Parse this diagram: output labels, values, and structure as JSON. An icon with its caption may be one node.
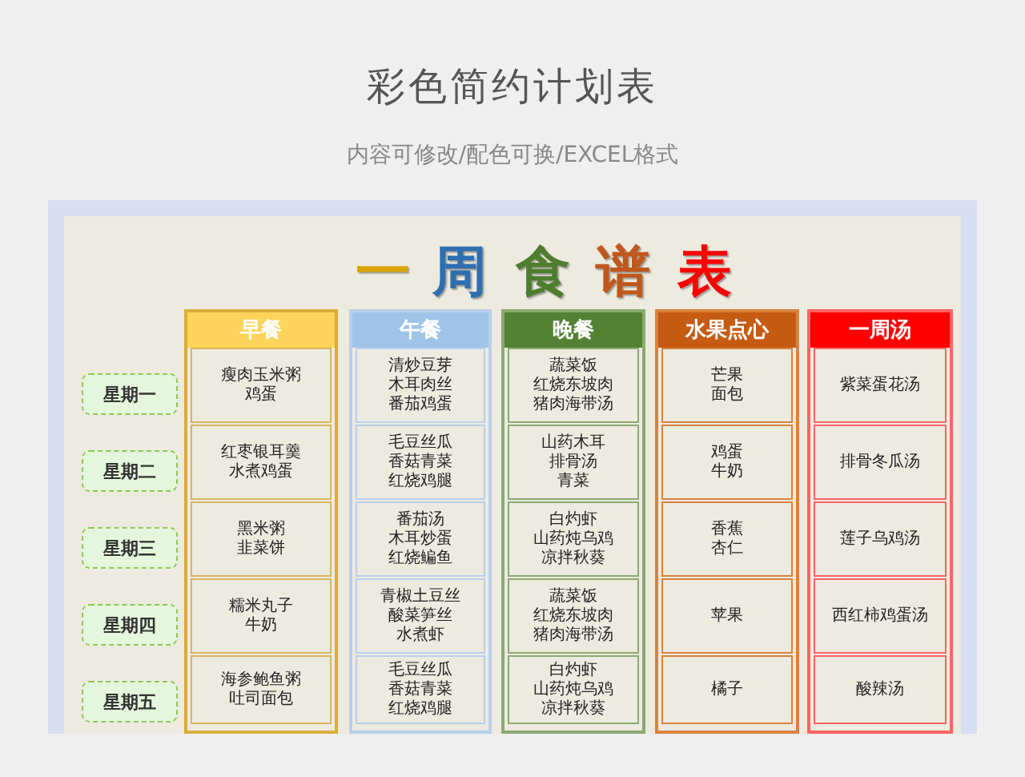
{
  "diagram": {
    "title": "彩色简约计划表",
    "nodes": [
      {
        "text": [
          "星期一"
        ]
      },
      {
        "text": [
          "星期二"
        ]
      },
      {
        "text": [
          "星期三"
        ]
      },
      {
        "text": [
          "星期四"
        ]
      },
      {
        "text": [
          "星期五"
        ]
      },
      {
        "text": [
          "早餐"
        ]
      },
      {
        "text": [
          "瘦肉玉米粥",
          "鸡蛋"
        ],
        "in": 5
      },
      {
        "text": [
          "红枣银耳羹",
          "水煮鸡蛋"
        ],
        "in": 5
      },
      {
        "text": [
          "黑米粥",
          "韭菜饼"
        ],
        "in": 5
      },
      {
        "text": [
          "糯米丸子",
          "牛奶"
        ],
        "in": 5
      },
      {
        "text": [
          "海参鲍鱼粥",
          "吐司面包"
        ],
        "in": 5
      },
      {
        "text": [
          "午餐"
        ]
      },
      {
        "text": [
          "清炒豆芽",
          "木耳肉丝",
          "番茄鸡蛋"
        ],
        "in": 11
      },
      {
        "text": [
          "毛豆丝瓜",
          "香菇青菜",
          "红烧鸡腿"
        ],
        "in": 11
      },
      {
        "text": [
          "番茄汤",
          "木耳炒蛋",
          "红烧鳊鱼"
        ],
        "in": 11
      },
      {
        "text": [
          "青椒土豆丝",
          "酸菜笋丝",
          "水煮虾"
        ],
        "in": 11
      },
      {
        "text": [
          "毛豆丝瓜",
          "香菇青菜",
          "红烧鸡腿"
        ],
        "in": 11
      },
      {
        "text": [
          "晚餐"
        ]
      },
      {
        "text": [
          "蔬菜饭",
          "红烧东坡肉",
          "猪肉海带汤"
        ],
        "in": 17
      },
      {
        "text": [
          "山药木耳",
          "排骨汤",
          "青菜"
        ],
        "in": 17
      },
      {
        "text": [
          "白灼虾",
          "山药炖乌鸡",
          "凉拌秋葵"
        ],
        "in": 17
      },
      {
        "text": [
          "蔬菜饭",
          "红烧东坡肉",
          "猪肉海带汤"
        ],
        "in": 17
      },
      {
        "text": [
          "白灼虾",
          "山药炖乌鸡",
          "凉拌秋葵"
        ],
        "in": 17
      },
      {
        "text": [
          "水果点心"
        ]
      },
      {
        "text": [
          "芒果",
          "面包"
        ],
        "in": 23
      },
      {
        "text": [
          "鸡蛋",
          "牛奶"
        ],
        "in": 23
      },
      {
        "text": [
          "香蕉",
          "杏仁"
        ],
        "in": 23
      },
      {
        "text": [
          "苹果"
        ],
        "in": 23
      },
      {
        "text": [
          "橘子"
        ],
        "in": 23
      },
      {
        "text": [
          "一周汤"
        ]
      },
      {
        "text": [
          "紫菜蛋花汤"
        ],
        "in": 29
      },
      {
        "text": [
          "排骨冬瓜汤"
        ],
        "in": 29
      },
      {
        "text": [
          "莲子乌鸡汤"
        ],
        "in": 29
      },
      {
        "text": [
          "西红柿鸡蛋汤"
        ],
        "in": 29
      },
      {
        "text": [
          "酸辣汤"
        ],
        "in": 29
      }
    ],
    "labels": [
      "内容可修改/配色可换/EXCEL格式",
      "一",
      "周",
      "食",
      "谱",
      "表"
    ]
  }
}
